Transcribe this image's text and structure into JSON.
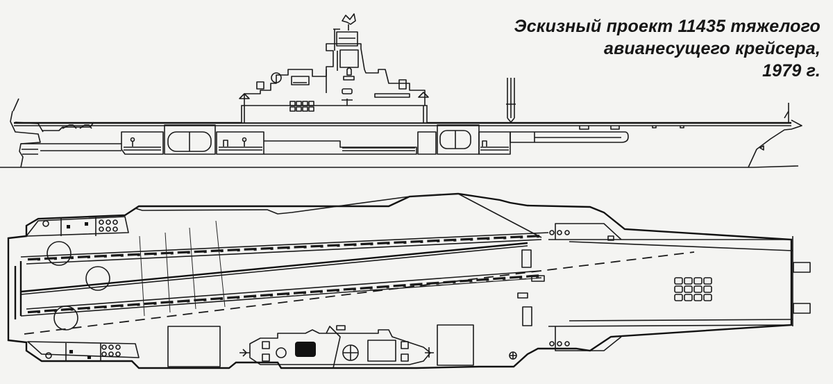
{
  "title": {
    "lines": [
      "Эскизный проект 11435 тяжелого",
      "авианесущего крейсера,",
      "1979 г."
    ]
  },
  "drawing": {
    "subject": "aircraft-carrying cruiser project 11435",
    "views": [
      "side-profile",
      "plan-view-flight-deck"
    ],
    "line_color": "#1a1a1a",
    "background_color": "#f4f4f2"
  }
}
